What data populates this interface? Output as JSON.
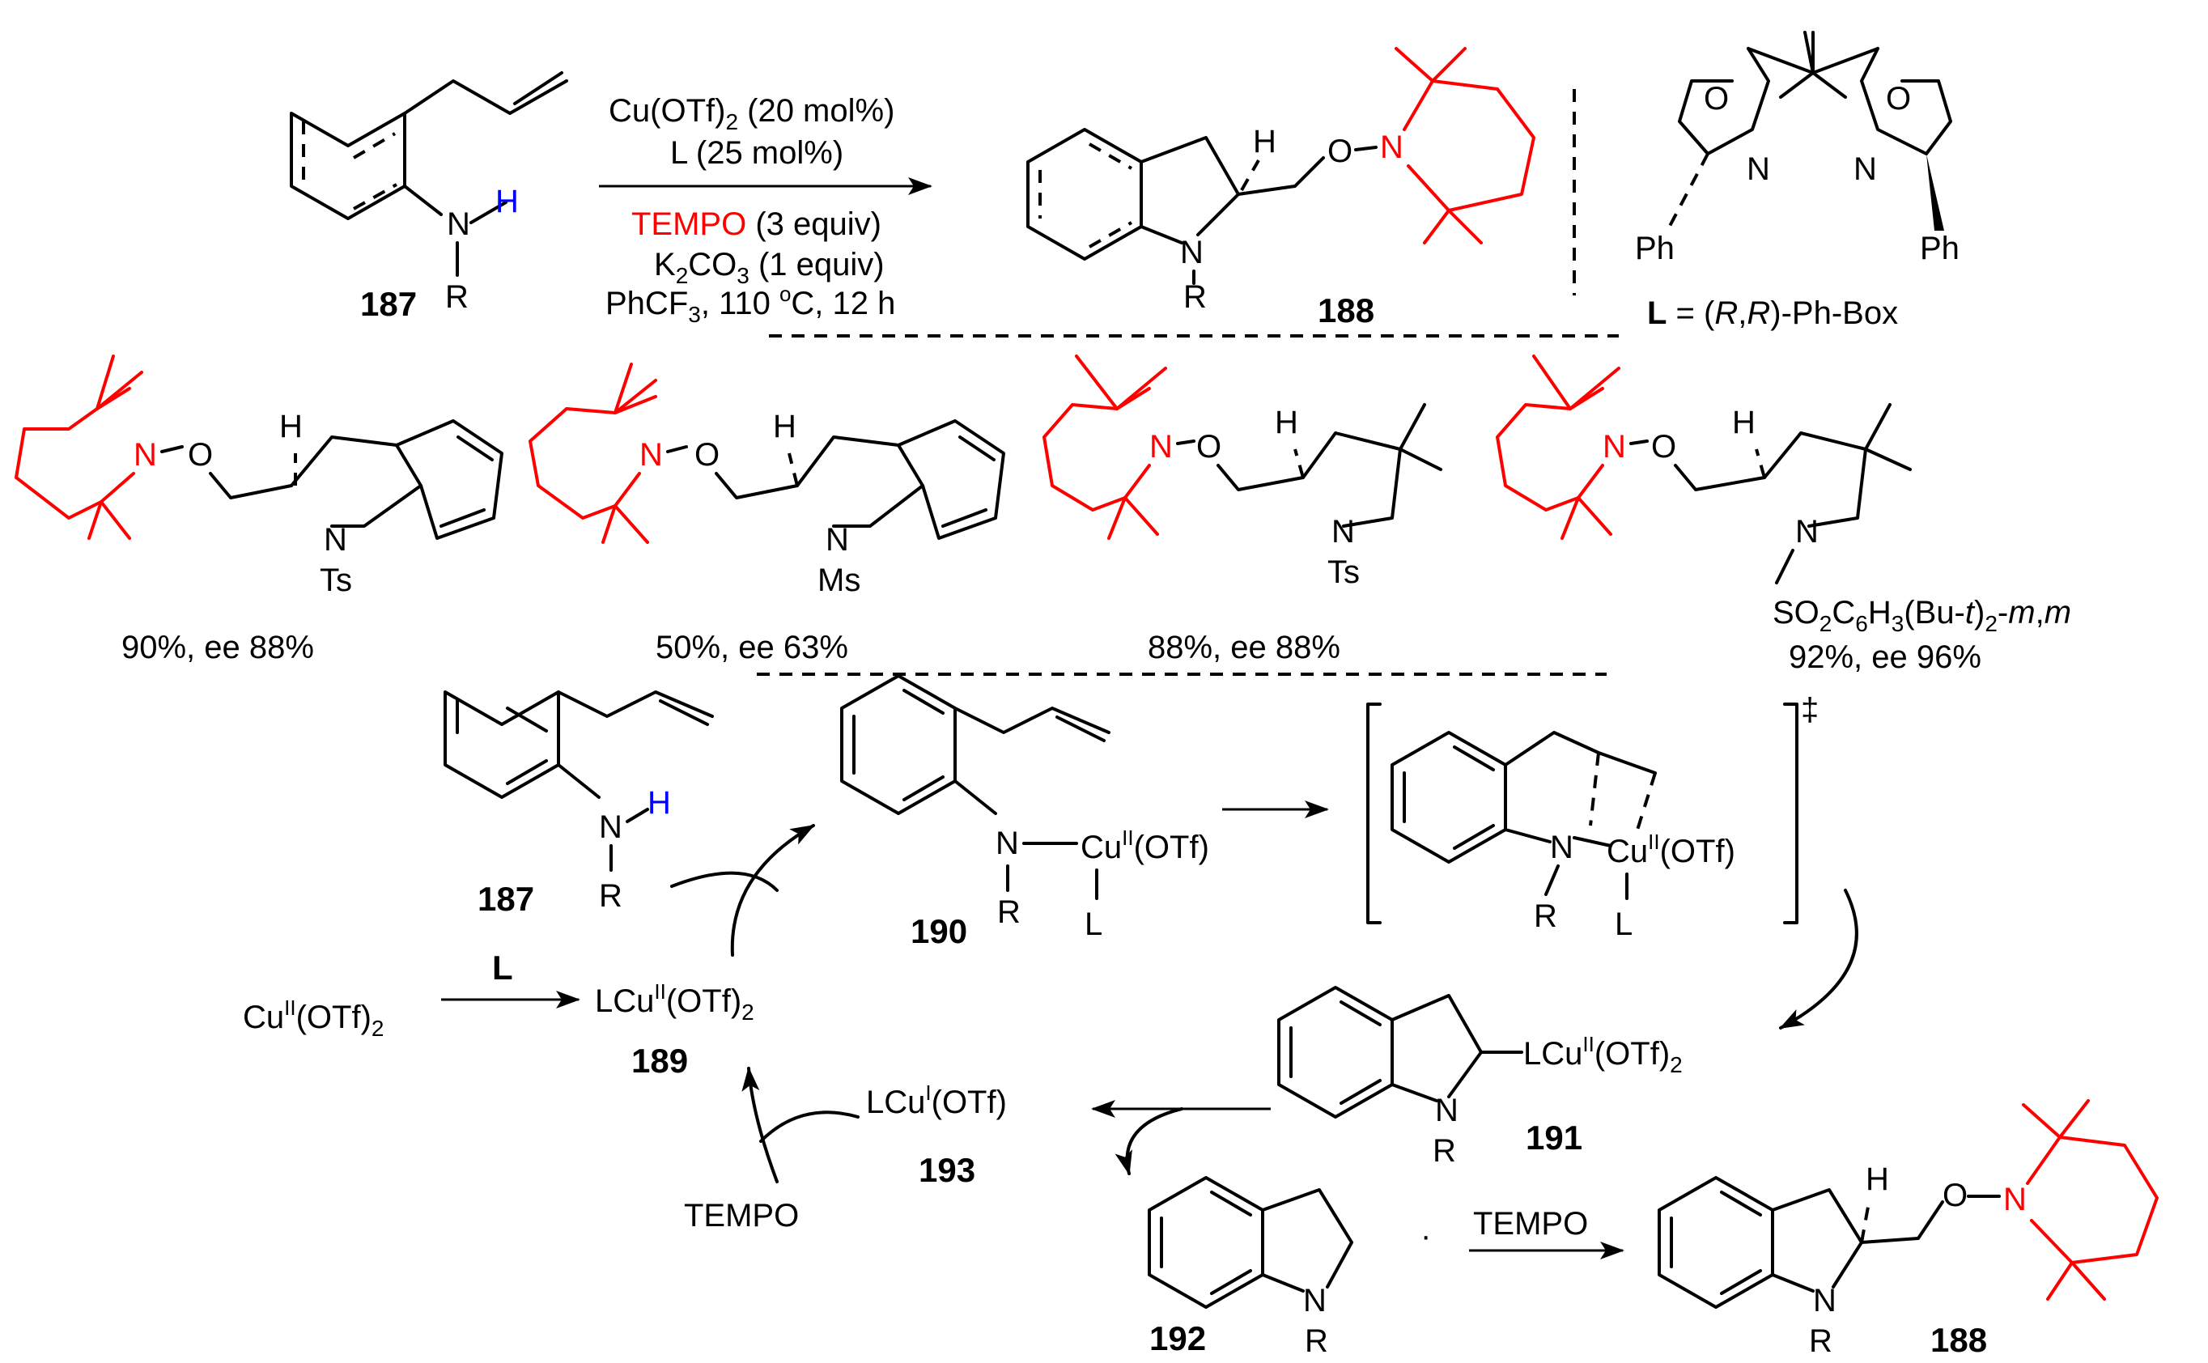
{
  "reaction": {
    "compound_start": "187",
    "compound_product": "188",
    "conditions": {
      "line1": "Cu(OTf)",
      "line1_sub": "2",
      "line1_rest": " (20 mol%)",
      "line2": "L (25 mol%)",
      "line3_red": "TEMPO",
      "line3_rest": " (3 equiv)",
      "line4": "K",
      "line4_sub": "2",
      "line4_mid": "CO",
      "line4_sub2": "3",
      "line4_rest": " (1 equiv)",
      "line5": "PhCF",
      "line5_sub": "3",
      "line5_mid": ", 110 ",
      "line5_sup": "o",
      "line5_rest": "C, 12 h"
    },
    "ligand": {
      "label_bold": "L",
      "label_eq": " =  (",
      "label_r1": "R",
      "label_comma": ",",
      "label_r2": "R",
      "label_rest": ")-Ph-Box",
      "ph_left": "Ph",
      "ph_right": "Ph",
      "o_left": "O",
      "o_right": "O",
      "n_left": "N",
      "n_right": "N"
    }
  },
  "atoms": {
    "N": "N",
    "H": "H",
    "R": "R",
    "O": "O",
    "L": "L",
    "Ts": "Ts",
    "Ms": "Ms",
    "dot": "·"
  },
  "examples": [
    {
      "yield_text": "90%, ee 88%",
      "protecting_group": "Ts"
    },
    {
      "yield_text": "50%, ee 63%",
      "protecting_group": "Ms"
    },
    {
      "yield_text": "88%, ee 88%",
      "protecting_group": "Ts"
    },
    {
      "yield_text": "92%,  ee 96%",
      "protecting_group_parts": [
        "SO",
        "2",
        "C",
        "6",
        "H",
        "3",
        "(Bu-",
        "t",
        ")",
        "2",
        "-",
        "m",
        ",",
        "m"
      ]
    }
  ],
  "mechanism": {
    "c187": "187",
    "c190": "190",
    "c189": "189",
    "c191": "191",
    "c192": "192",
    "c193": "193",
    "c188": "188",
    "cu_start": {
      "a": "Cu",
      "sup": "II",
      "b": "(OTf)",
      "sub": "2"
    },
    "arrow_L": "L",
    "lcu189": {
      "a": "LCu",
      "sup": "II",
      "b": "(OTf)",
      "sub": "2"
    },
    "cu190": {
      "a": "Cu",
      "sup": "II",
      "b": "(OTf)"
    },
    "ts": {
      "a": "Cu",
      "sup": "II",
      "b": "(OTf)",
      "dagger": "‡"
    },
    "lcu191": {
      "a": "LCu",
      "sup": "II",
      "b": "(OTf)",
      "sub": "2"
    },
    "lcu193": {
      "a": "LCu",
      "sup": "I",
      "b": "(OTf)"
    },
    "tempo1": "TEMPO",
    "tempo2": "TEMPO"
  }
}
